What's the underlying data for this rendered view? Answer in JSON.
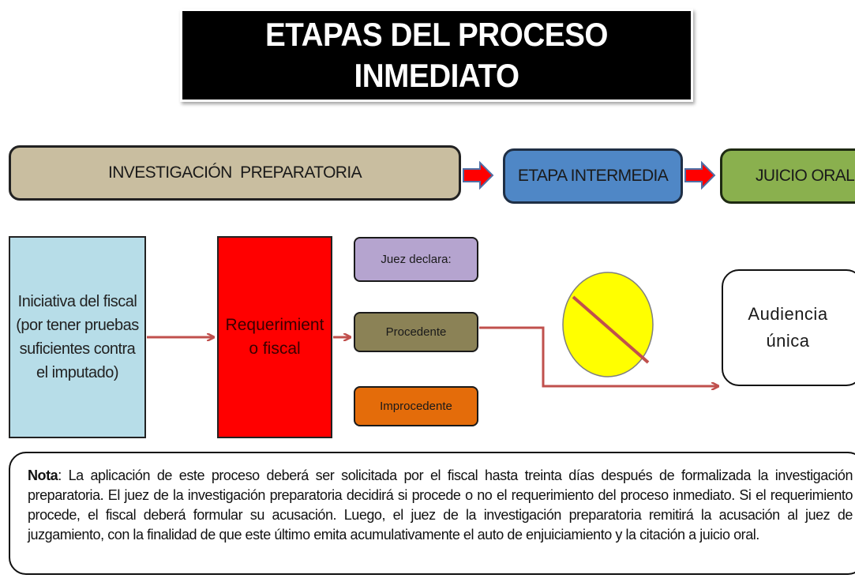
{
  "title": {
    "line1": "ETAPAS DEL PROCESO",
    "line2": "INMEDIATO"
  },
  "stages": {
    "investigacion": "INVESTIGACIÓN  PREPARATORIA",
    "intermedia": "ETAPA INTERMEDIA",
    "juicio": "JUICIO ORAL"
  },
  "flow": {
    "iniciativa": "Iniciativa  del fiscal (por tener pruebas suficientes contra el imputado)",
    "requerimiento": "Requerimiento fiscal",
    "juez_declara": "Juez declara:",
    "procedente": "Procedente",
    "improcedente": "Improcedente",
    "audiencia_line1": "Audiencia",
    "audiencia_line2": "única"
  },
  "note": {
    "label": "Nota",
    "text": ": La aplicación de este proceso deberá ser solicitada por el fiscal hasta treinta días después de formalizada la investigación preparatoria. El juez de la investigación preparatoria decidirá si procede o no el requerimiento del proceso inmediato. Si el requerimiento procede, el fiscal deberá formular su acusación. Luego, el juez de la investigación preparatoria remitirá la acusación al juez de juzgamiento, con la finalidad de que este último emita acumulativamente el auto de enjuiciamiento y la citación a juicio oral."
  },
  "colors": {
    "title_bg": "#000000",
    "investigacion": "#c9bea0",
    "intermedia": "#4f87c6",
    "juicio": "#8ab04e",
    "iniciativa": "#b7dde8",
    "requerimiento": "#ff0000",
    "juez_declara": "#b5a4cf",
    "procedente": "#8b8256",
    "improcedente": "#e46c0a",
    "prohibited_circle": "#ffff00",
    "connector": "#c0504d",
    "stage_arrow": "#ff0000"
  },
  "icons": [
    "stage-arrow-right",
    "prohibited-sign-icon",
    "flow-arrow"
  ]
}
